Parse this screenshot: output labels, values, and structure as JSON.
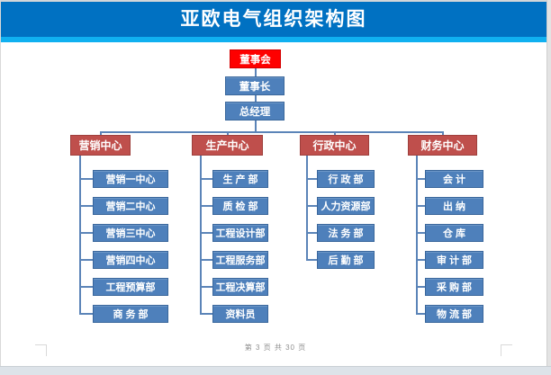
{
  "header": {
    "title": "亚欧电气组织架构图"
  },
  "chart": {
    "root": "董事会",
    "chairman": "董事长",
    "general_manager": "总经理",
    "groups": [
      {
        "label": "营销中心",
        "children": [
          "营销一中心",
          "营销二中心",
          "营销三中心",
          "营销四中心",
          "工程预算部",
          "商 务 部"
        ]
      },
      {
        "label": "生产中心",
        "children": [
          "生 产 部",
          "质 检 部",
          "工程设计部",
          "工程服务部",
          "工程决算部",
          "资料员"
        ]
      },
      {
        "label": "行政中心",
        "children": [
          "行 政 部",
          "人力资源部",
          "法 务 部",
          "后 勤 部"
        ]
      },
      {
        "label": "财务中心",
        "children": [
          "会 计",
          "出 纳",
          "仓 库",
          "审 计 部",
          "采 购 部",
          "物 流 部"
        ]
      }
    ]
  },
  "footer": {
    "page_info": "第 3 页 共 30 页"
  },
  "colors": {
    "banner_blue": "#0071c2",
    "banner_accent": "#10b0f0",
    "root_red": "#fe0000",
    "node_blue": "#4e80bb",
    "group_red": "#bf4f4c",
    "connector": "#5b84b8"
  }
}
